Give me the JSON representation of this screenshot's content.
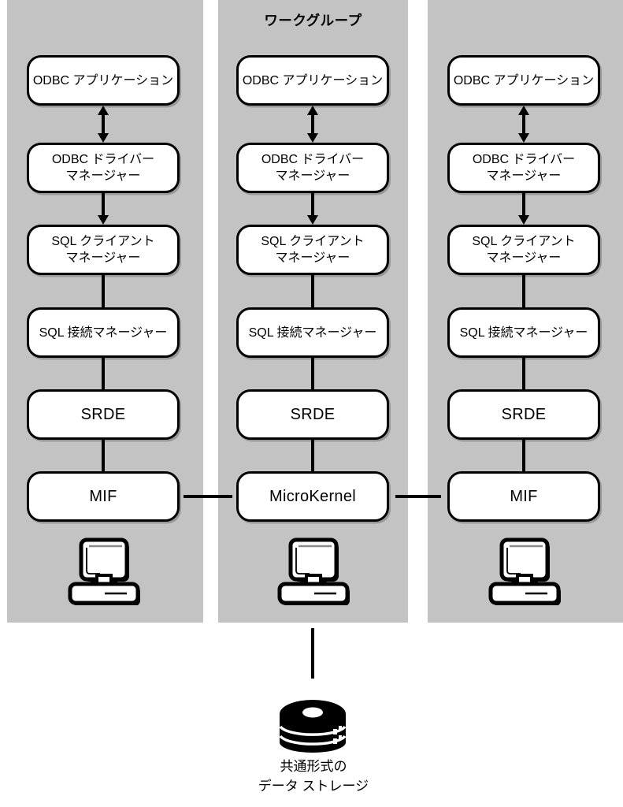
{
  "header": {
    "title": "ワークグループ"
  },
  "columns": [
    {
      "boxes": [
        {
          "label": "ODBC アプリケーション"
        },
        {
          "label": "ODBC ドライバー\nマネージャー"
        },
        {
          "label": "SQL クライアント\nマネージャー"
        },
        {
          "label": "SQL 接続マネージャー"
        },
        {
          "label": "SRDE"
        },
        {
          "label": "MIF"
        }
      ]
    },
    {
      "boxes": [
        {
          "label": "ODBC アプリケーション"
        },
        {
          "label": "ODBC ドライバー\nマネージャー"
        },
        {
          "label": "SQL クライアント\nマネージャー"
        },
        {
          "label": "SQL 接続マネージャー"
        },
        {
          "label": "SRDE"
        },
        {
          "label": "MicroKernel"
        }
      ]
    },
    {
      "boxes": [
        {
          "label": "ODBC アプリケーション"
        },
        {
          "label": "ODBC ドライバー\nマネージャー"
        },
        {
          "label": "SQL クライアント\nマネージャー"
        },
        {
          "label": "SQL 接続マネージャー"
        },
        {
          "label": "SRDE"
        },
        {
          "label": "MIF"
        }
      ]
    }
  ],
  "storage": {
    "label": "共通形式の\nデータ ストレージ"
  },
  "icons": {
    "workstation": "computer-icon",
    "storage": "database-icon"
  },
  "colors": {
    "panel_bg": "#c3c3c3",
    "node_bg": "#ffffff",
    "line": "#000000"
  }
}
